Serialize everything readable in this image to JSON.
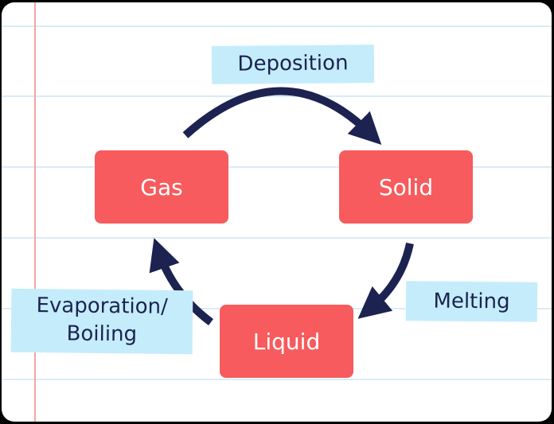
{
  "states": {
    "gas": "Gas",
    "solid": "Solid",
    "liquid": "Liquid"
  },
  "processes": {
    "deposition": "Deposition",
    "melting": "Melting",
    "evaporation_line1": "Evaporation/",
    "evaporation_line2": "Boiling"
  },
  "colors": {
    "state_box": "#f75b5d",
    "label_tape": "#c5ecfb",
    "arrow": "#1c2350",
    "paper_rule": "#d9ecf6",
    "margin_line": "#f4a3a3"
  }
}
